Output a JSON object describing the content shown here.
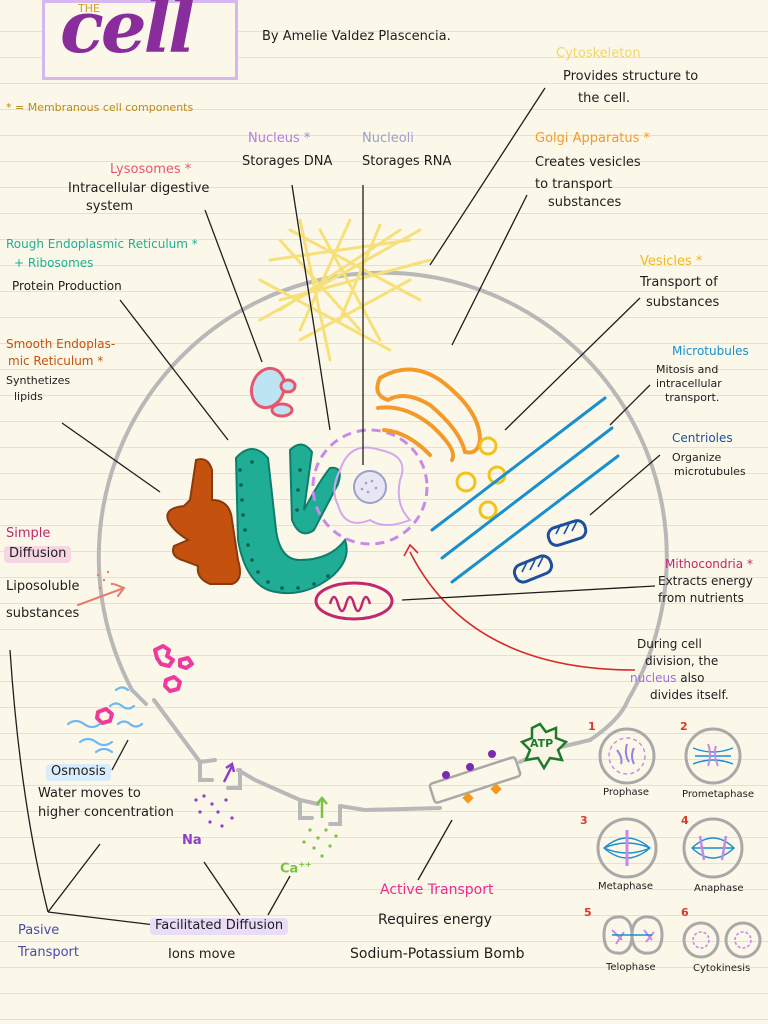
{
  "title": {
    "small": "THE",
    "big": "cell"
  },
  "author": "By Amelie Valdez Plascencia.",
  "legend": "* = Membranous cell components",
  "labels": {
    "cytoskeleton": {
      "name": "Cytoskeleton",
      "desc1": "Provides structure to",
      "desc2": "the cell."
    },
    "nucleus": {
      "name": "Nucleus *",
      "desc": "Storages DNA"
    },
    "nucleoli": {
      "name": "Nucleoli",
      "desc": "Storages RNA"
    },
    "golgi": {
      "name": "Golgi Apparatus *",
      "desc1": "Creates vesicles",
      "desc2": "to transport",
      "desc3": "substances"
    },
    "lysosomes": {
      "name": "Lysosomes *",
      "desc1": "Intracellular digestive",
      "desc2": "system"
    },
    "rough_er": {
      "name": "Rough Endoplasmic Reticulum *",
      "name2": "+ Ribosomes",
      "desc": "Protein Production"
    },
    "smooth_er": {
      "name1": "Smooth Endoplas-",
      "name2": "mic Reticulum *",
      "desc1": "Synthetizes",
      "desc2": "lipids"
    },
    "vesicles": {
      "name": "Vesicles *",
      "desc1": "Transport of",
      "desc2": "substances"
    },
    "microtubules": {
      "name": "Microtubules",
      "desc1": "Mitosis and",
      "desc2": "intracellular",
      "desc3": "transport."
    },
    "centrioles": {
      "name": "Centrioles",
      "desc1": "Organize",
      "desc2": "microtubules"
    },
    "mitochondria": {
      "name": "Mithocondria *",
      "desc1": "Extracts energy",
      "desc2": "from nutrients"
    },
    "division": {
      "line1": "During cell",
      "line2": "division, the",
      "line3_highlight": "nucleus",
      "line3_rest": "also",
      "line4": "divides itself."
    }
  },
  "transport": {
    "simple_diffusion": {
      "name1": "Simple",
      "name2": "Diffusion",
      "desc1": "Liposoluble",
      "desc2": "substances"
    },
    "osmosis": {
      "name": "Osmosis",
      "desc1": "Water moves to",
      "desc2": "higher concentration"
    },
    "passive": {
      "name1": "Pasive",
      "name2": "Transport"
    },
    "facilitated": {
      "name": "Facilitated Diffusion",
      "desc": "Ions move"
    },
    "active": {
      "name": "Active Transport",
      "desc1": "Requires energy",
      "desc2": "Sodium-Potassium Bomb"
    },
    "ions": {
      "na": "Na",
      "ca": "Ca",
      "ca_charge": "++"
    },
    "atp": "ATP"
  },
  "mitosis_stages": [
    {
      "num": "1",
      "name": "Prophase"
    },
    {
      "num": "2",
      "name": "Prometaphase"
    },
    {
      "num": "3",
      "name": "Metaphase"
    },
    {
      "num": "4",
      "name": "Anaphase"
    },
    {
      "num": "5",
      "name": "Telophase"
    },
    {
      "num": "6",
      "name": "Cytokinesis"
    }
  ],
  "colors": {
    "purple_title": "#8a2d9c",
    "cytoskeleton": "#f6df6e",
    "nucleus": "#c88ae8",
    "golgi": "#f39a2a",
    "lysosome": "#e8566e",
    "rough_er": "#1fae95",
    "smooth_er": "#c4520e",
    "vesicle": "#f4c21c",
    "microtubule": "#1a8fd0",
    "centriole": "#1d4f9e",
    "mitochondria": "#c2286f",
    "division_arrow": "#d62a2a",
    "membrane": "#b5b5b5",
    "simple_diffusion": "#e97a6f",
    "osmosis_blue": "#6fb7ee",
    "osmosis_pink": "#ef3a9c",
    "na": "#8e3cc9",
    "ca": "#7bc143",
    "active_transport": "#ec2a8e",
    "atp": "#1e7a2c"
  }
}
